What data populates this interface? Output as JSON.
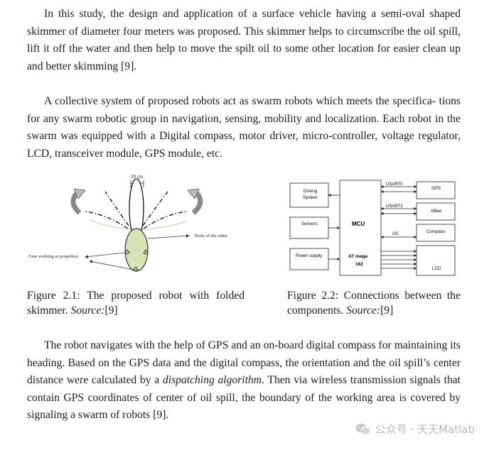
{
  "paragraphs": {
    "p1": "In this study, the design and application of a surface vehicle having a semi-oval shaped skimmer of diameter four meters was proposed. This skimmer helps to circumscribe the oil spill, lift it off the water and then help to move the spilt oil to some other location for easier clean up and better skimming [9].",
    "p2": "A collective system of proposed robots act as swarm robots which meets the specifica- tions for any swarm robotic group in navigation, sensing, mobility and localization. Each robot in the swarm was equipped with a Digital compass, motor driver, micro-controller, voltage regulator, LCD, transceiver module, GPS module, etc.",
    "p3_before": "The robot navigates with the help of GPS and an on-board digital compass for maintaining its heading. Based on the GPS data and the digital compass, the orientation and the oil spill’s center distance were calculated by a ",
    "p3_em": "dispatching algorithm",
    "p3_after": ". Then via wireless transmission signals that contain GPS coordinates of center of oil spill, the boundary of the working area is covered by signaling a swarm of robots [9]."
  },
  "figure1": {
    "dimension_label": "20 cm",
    "body_label": "Body of the robot",
    "fans_label": "Fans working as propellers",
    "caption_main": "Figure 2.1: The proposed robot with folded skimmer. ",
    "caption_source": "Source:",
    "caption_ref": "[9]"
  },
  "figure2": {
    "blocks": {
      "driving": [
        "Driving",
        "System"
      ],
      "sensors": "Sensors",
      "power": "Power supply",
      "mcu": "MCU",
      "atmega": [
        "AT mega",
        "162"
      ],
      "gps": "GPS",
      "xbee": "XBee",
      "compass": "Compass",
      "lcd": "LCD"
    },
    "links": {
      "usart0": "USART0",
      "usart1": "USART1",
      "i2c": "I2C"
    },
    "caption_main": "Figure 2.2: Connections between the components. ",
    "caption_source": "Source:",
    "caption_ref": "[9]"
  },
  "watermark": {
    "text": "公众号 · 天天Matlab",
    "icon": "wechat-icon"
  }
}
